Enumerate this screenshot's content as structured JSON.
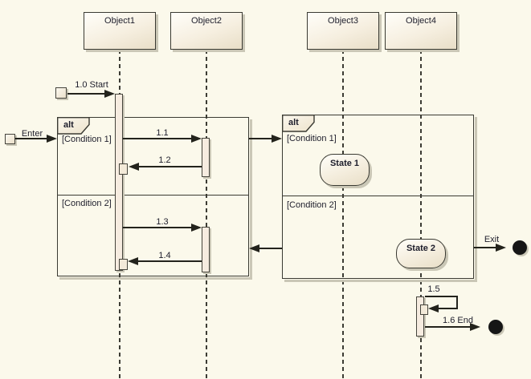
{
  "objects": [
    {
      "label": "Object1"
    },
    {
      "label": "Object2"
    },
    {
      "label": "Object3"
    },
    {
      "label": "Object4"
    }
  ],
  "fragments": {
    "left": {
      "operator": "alt",
      "guard1": "[Condition 1]",
      "guard2": "[Condition 2]"
    },
    "right": {
      "operator": "alt",
      "guard1": "[Condition 1]",
      "guard2": "[Condition 2]"
    }
  },
  "states": {
    "state1": "State 1",
    "state2": "State 2"
  },
  "messages": {
    "start": "1.0 Start",
    "enter": "Enter",
    "m11": "1.1",
    "m12": "1.2",
    "m13": "1.3",
    "m14": "1.4",
    "m15": "1.5",
    "m16": "1.6 End",
    "exit": "Exit"
  },
  "colors": {
    "background": "#FBF9EB",
    "border": "#3A3A32",
    "line": "#23231C",
    "shadow": "#CAC7B6",
    "text": "#1D1D2B",
    "activation": "#F6ECE0"
  }
}
